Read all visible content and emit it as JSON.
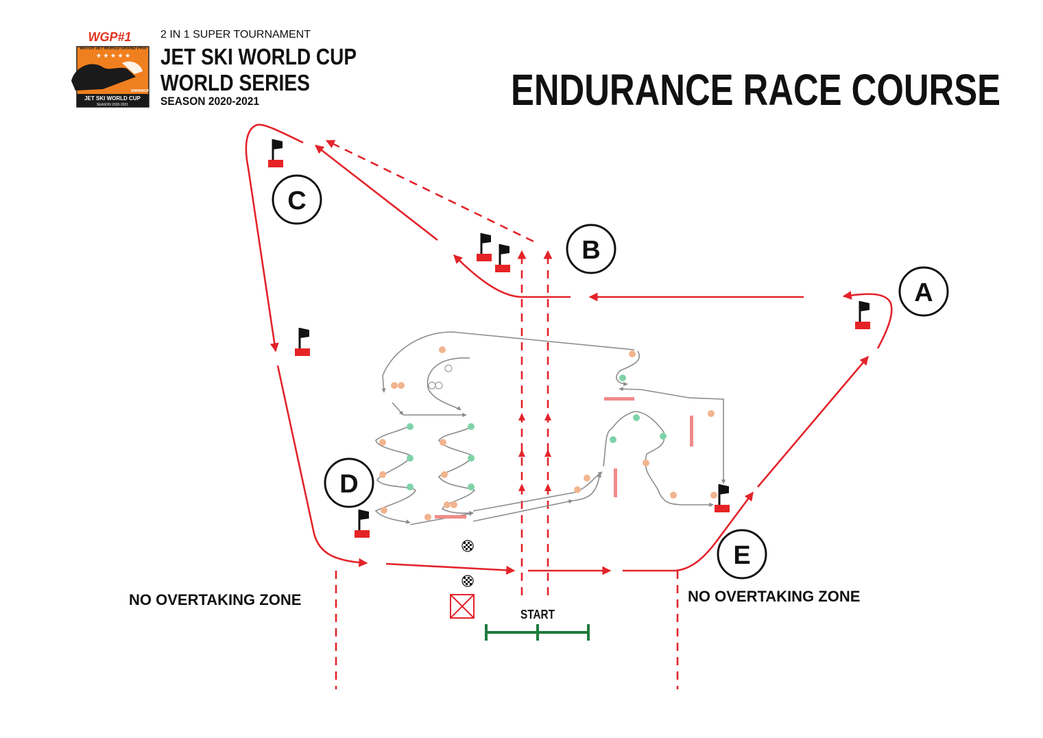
{
  "header": {
    "logo_brand": "WGP#1",
    "logo_subtitle": "WATER JET WORLD GRAND PRIX",
    "logo_stars": "★ ★ ★ ★ ★",
    "logo_corner": "WWWWGP",
    "logo_banner": "JET SKI WORLD CUP",
    "logo_season": "SEASON 2020-2021",
    "tagline": "2 IN 1 SUPER TOURNAMENT",
    "title_line1": "JET SKI WORLD CUP",
    "title_line2": "WORLD SERIES",
    "season": "SEASON 2020-2021",
    "course_title": "ENDURANCE RACE COURSE"
  },
  "markers": {
    "a": "A",
    "b": "B",
    "c": "C",
    "d": "D",
    "e": "E"
  },
  "zones": {
    "left_label": "NO OVERTAKING ZONE",
    "right_label": "NO OVERTAKING ZONE"
  },
  "start": {
    "label": "START"
  },
  "colors": {
    "course_red": "#e3232a",
    "buoy_red": "#e52326",
    "inner_gray": "#8c8c8c",
    "buoy_orange": "#f2b48e",
    "buoy_green": "#7fd3a8",
    "start_green": "#1f7a3c",
    "logo_orange": "#f07f1f",
    "ink": "#111111"
  }
}
